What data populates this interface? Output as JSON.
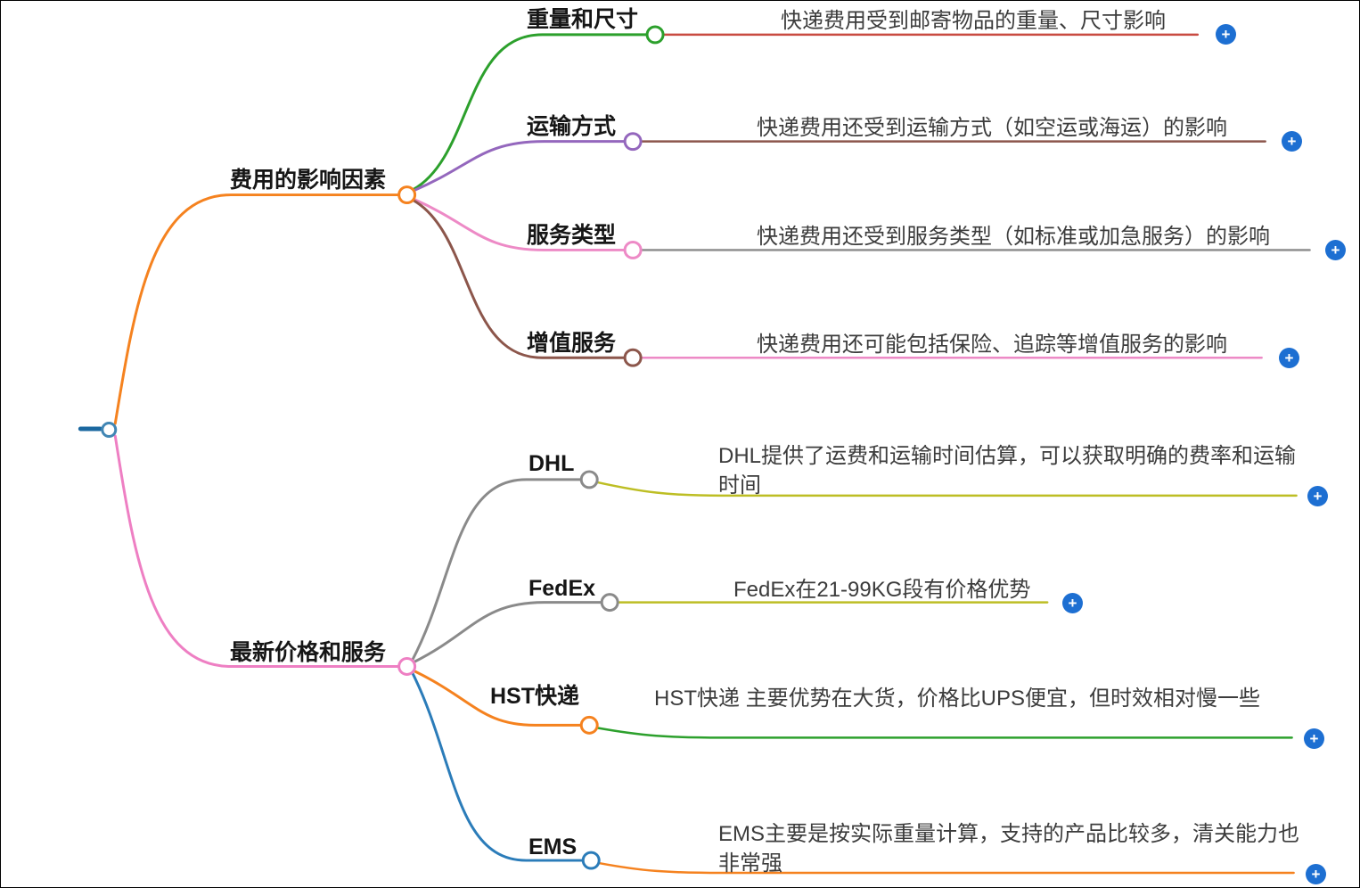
{
  "diagram": {
    "type": "mindmap",
    "icons": {
      "plus": "+"
    },
    "colors": {
      "plus_button": "#1d6fd2",
      "background": "#ffffff",
      "node_fill": "#ffffff"
    },
    "root": {
      "dash_color": "#1b68a0",
      "color": "#4186b4"
    },
    "branches": [
      {
        "label": "费用的影响因素",
        "color": "#f5821f",
        "children": [
          {
            "label": "重量和尺寸",
            "color": "#2ca02c",
            "desc": "快递费用受到邮寄物品的重量、尺寸影响",
            "desc_color": "#c94b42"
          },
          {
            "label": "运输方式",
            "color": "#9467bd",
            "desc": "快递费用还受到运输方式（如空运或海运）的影响",
            "desc_color": "#8c564b"
          },
          {
            "label": "服务类型",
            "color": "#ed8ac6",
            "desc": "快递费用还受到服务类型（如标准或加急服务）的影响",
            "desc_color": "#8a8a8a"
          },
          {
            "label": "增值服务",
            "color": "#8c564b",
            "desc": "快递费用还可能包括保险、追踪等增值服务的影响",
            "desc_color": "#ed8ac6"
          }
        ]
      },
      {
        "label": "最新价格和服务",
        "color": "#ee7fc3",
        "children": [
          {
            "label": "DHL",
            "color": "#8a8a8a",
            "desc": "DHL提供了运费和运输时间估算，可以获取明确的费率和运输时间",
            "desc_color": "#bdbe24"
          },
          {
            "label": "FedEx",
            "color": "#8a8a8a",
            "desc": "FedEx在21-99KG段有价格优势",
            "desc_color": "#bdbe24"
          },
          {
            "label": "HST快递",
            "color": "#f5821f",
            "desc": "HST快递 主要优势在大货，价格比UPS便宜，但时效相对慢一些",
            "desc_color": "#2ca02c"
          },
          {
            "label": "EMS",
            "color": "#2b7cb9",
            "desc": "EMS主要是按实际重量计算，支持的产品比较多，清关能力也非常强",
            "desc_color": "#f5821f"
          }
        ]
      }
    ]
  }
}
